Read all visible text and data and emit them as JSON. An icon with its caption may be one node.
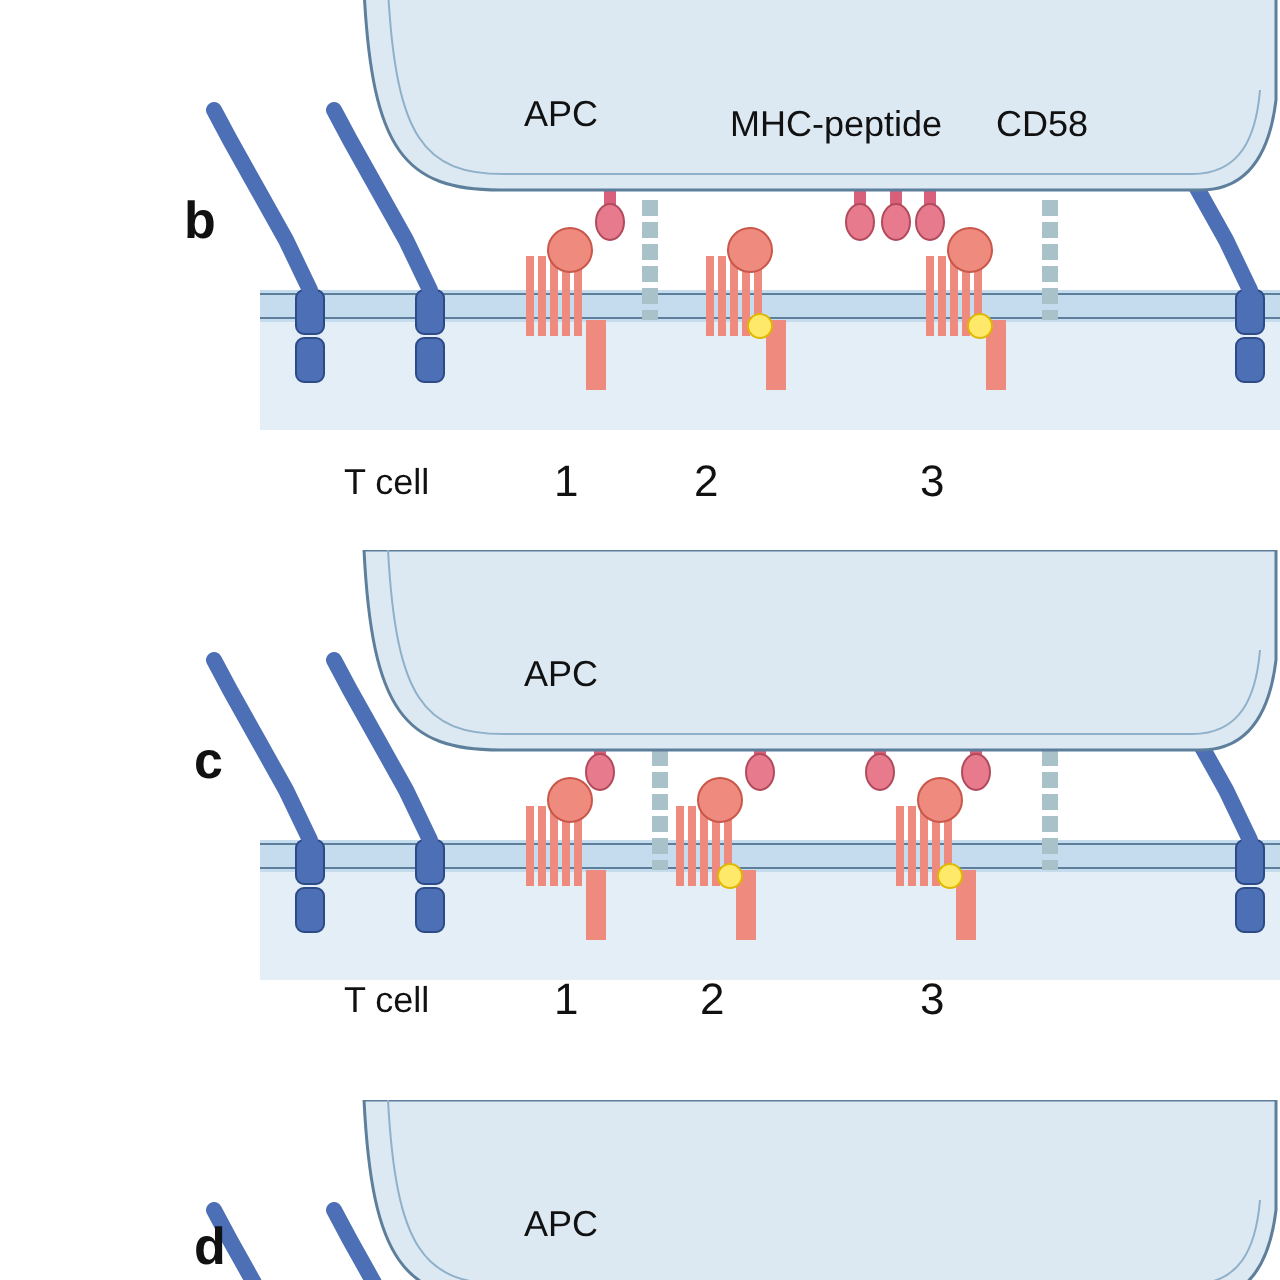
{
  "diagram": {
    "nodes": [
      {
        "text": [
          "APC"
        ]
      },
      {
        "text": [
          "APC"
        ]
      },
      {
        "text": [
          "APC"
        ]
      }
    ],
    "labels": [
      "b",
      "MHC-peptide",
      "CD58",
      "T cell",
      "1",
      "2",
      "3",
      "c",
      "T cell",
      "1",
      "2",
      "3",
      "d"
    ]
  }
}
